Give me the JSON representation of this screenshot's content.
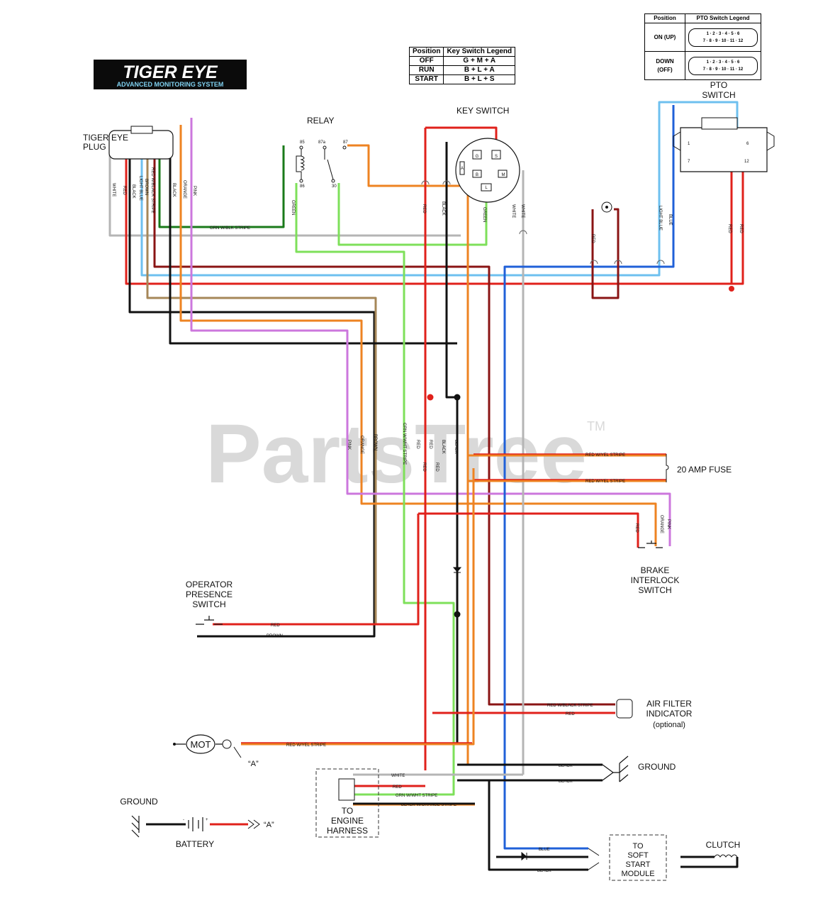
{
  "logo": {
    "brand": "TIGER EYE",
    "tagline": "ADVANCED MONITORING SYSTEM"
  },
  "watermark": {
    "text": "PartsTree",
    "tm": "TM"
  },
  "key_switch_legend": {
    "headers": [
      "Position",
      "Key Switch Legend"
    ],
    "rows": [
      {
        "position": "OFF",
        "value": "G + M + A"
      },
      {
        "position": "RUN",
        "value": "B + L + A"
      },
      {
        "position": "START",
        "value": "B + L + S"
      }
    ]
  },
  "pto_switch_legend": {
    "headers": [
      "Position",
      "PTO Switch Legend"
    ],
    "rows": [
      {
        "position": "ON (UP)"
      },
      {
        "position": "DOWN (OFF)"
      }
    ],
    "pins_top": [
      "1",
      "2",
      "3",
      "4",
      "5",
      "6"
    ],
    "pins_bottom": [
      "7",
      "8",
      "9",
      "10",
      "11",
      "12"
    ]
  },
  "components": {
    "tiger_eye_plug": [
      "TIGER EYE",
      "PLUG"
    ],
    "relay": "RELAY",
    "relay_pins": [
      "85",
      "87a",
      "87",
      "86",
      "30"
    ],
    "key_switch": "KEY SWITCH",
    "key_switch_terminals": [
      "G",
      "M",
      "A",
      "B",
      "L",
      "S"
    ],
    "pto_switch": [
      "PTO",
      "SWITCH"
    ],
    "pto_pins": [
      "1",
      "6",
      "7",
      "12"
    ],
    "fuse": "20 AMP FUSE",
    "brake_interlock": [
      "BRAKE",
      "INTERLOCK",
      "SWITCH"
    ],
    "operator_presence": [
      "OPERATOR",
      "PRESENCE",
      "SWITCH"
    ],
    "air_filter": [
      "AIR FILTER",
      "INDICATOR",
      "(optional)"
    ],
    "motor": "MOT",
    "point_a": "“A”",
    "ground_right": "GROUND",
    "ground_left": "GROUND",
    "battery": "BATTERY",
    "battery_minus": "-",
    "battery_plus": "+",
    "engine_harness": [
      "TO",
      "ENGINE",
      "HARNESS"
    ],
    "soft_start": [
      "TO",
      "SOFT",
      "START",
      "MODULE"
    ],
    "clutch": "CLUTCH"
  },
  "wire_labels": {
    "plug_wires": [
      "WHITE",
      "RED",
      "BLACK",
      "LIGHT BLUE",
      "BROWN",
      "RED W/BLACK STRIPE",
      "BLACK",
      "ORANGE",
      "PINK"
    ],
    "grn_blk": "GRN W/BLK STRIPE",
    "green": "GREEN",
    "red": "RED",
    "black": "BLACK",
    "white": "WHITE",
    "light_blue": "LIGHT BLUE",
    "blue": "BLUE",
    "red_yel": "RED W/YEL STRIPE",
    "pink": "PINK",
    "orange": "ORANGE",
    "brown": "BROWN",
    "grn_wht": "GRN W/WHT STRIPE",
    "red_blk": "RED W/BLACK STRIPE",
    "black_orange": "BLACK W/ORANGE STRIPE"
  },
  "colors": {
    "red": "#e0211b",
    "black": "#111111",
    "white_wire": "#b5b5b5",
    "pink": "#cc77dd",
    "orange": "#ee8322",
    "brown": "#a68758",
    "dark_red": "#8a1414",
    "light_blue": "#6ec0ef",
    "blue": "#2060d8",
    "green": "#1a7a1a",
    "light_green": "#7ee05a"
  }
}
